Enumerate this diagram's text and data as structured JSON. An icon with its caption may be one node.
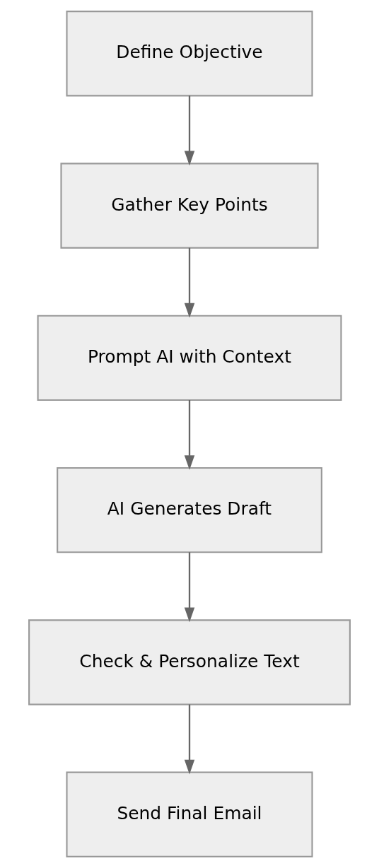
{
  "diagram": {
    "nodes": [
      {
        "text": [
          "Define Objective"
        ]
      },
      {
        "text": [
          "Gather Key Points"
        ]
      },
      {
        "text": [
          "Prompt AI with Context"
        ]
      },
      {
        "text": [
          "AI Generates Draft"
        ]
      },
      {
        "text": [
          "Check & Personalize Text"
        ]
      },
      {
        "text": [
          "Send Final Email"
        ]
      }
    ],
    "edges": [
      {
        "from": 0,
        "to": 1,
        "arrow": "to"
      },
      {
        "from": 1,
        "to": 2,
        "arrow": "to"
      },
      {
        "from": 2,
        "to": 3,
        "arrow": "to"
      },
      {
        "from": 3,
        "to": 4,
        "arrow": "to"
      },
      {
        "from": 4,
        "to": 5,
        "arrow": "to"
      }
    ]
  }
}
